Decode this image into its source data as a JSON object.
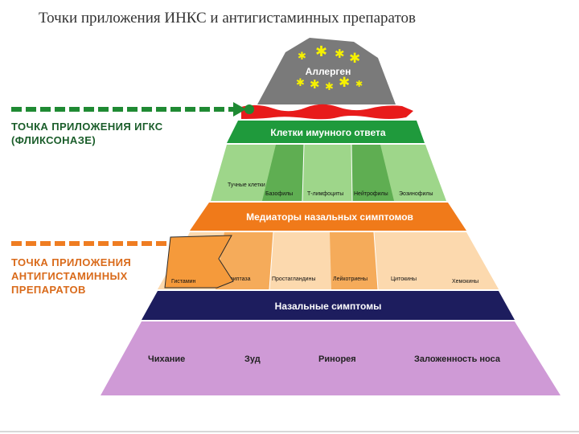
{
  "page": {
    "title": "Точки приложения ИНКС и антигистаминных препаратов"
  },
  "pyramid": {
    "allergen": "Аллерген",
    "immune_cells": "Клетки имунного ответа",
    "cell_types": [
      "Тучные клетки",
      "Базофилы",
      "Т-лимфоциты",
      "Нейтрофилы",
      "Эозинофилы"
    ],
    "mediators": "Медиаторы назальных симптомов",
    "mediator_types": [
      "Гистамин",
      "Триптаза",
      "Простагландины",
      "Лейкотриены",
      "Цитокины",
      "Хемокины"
    ],
    "nasal_symptoms": "Назальные симптомы",
    "symptom_types": [
      "Чихание",
      "Зуд",
      "Ринорея",
      "Заложенность носа"
    ]
  },
  "labels": {
    "igks": [
      "ТОЧКА ПРИЛОЖЕНИЯ ИГКС",
      "(ФЛИКСОНАЗЕ)"
    ],
    "antihistamine": [
      "ТОЧКА ПРИЛОЖЕНИЯ",
      "АНТИГИСТАМИННЫХ",
      "ПРЕПАРАТОВ"
    ]
  },
  "colors": {
    "allergen": "#7a7a7a",
    "immune": "#1f9a3c",
    "cells_light": "#9ed68a",
    "cells_dark": "#5fae52",
    "mediators": "#f07a1a",
    "mediator_light": "#fcd9ae",
    "mediator_dark": "#f5ab5a",
    "nasal": "#1d1d5e",
    "symptoms": "#cf9ad6",
    "igks_arrow": "#1f8a33",
    "ah_arrow": "#ef7d22"
  }
}
